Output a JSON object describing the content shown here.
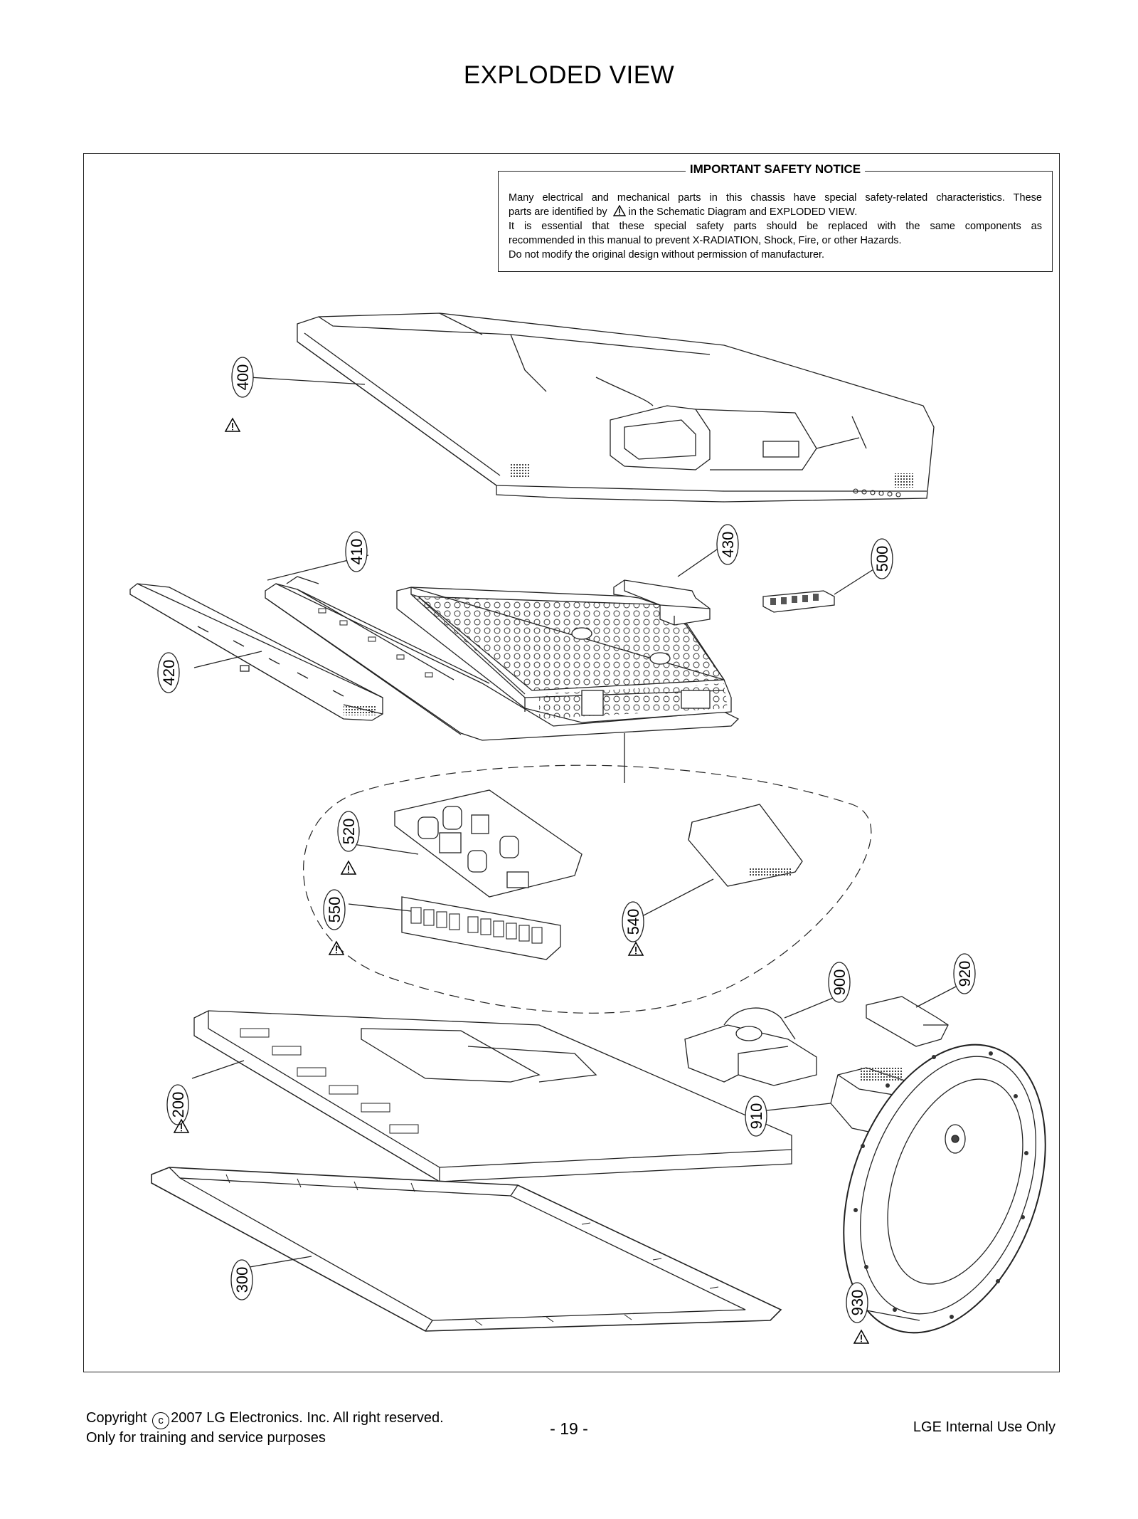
{
  "page_title": "EXPLODED VIEW",
  "notice": {
    "title": "IMPORTANT SAFETY NOTICE",
    "line1": "Many electrical and mechanical parts in this chassis have special safety-related characteristics. These",
    "line2a": "parts are identified by",
    "line2b": "in the Schematic Diagram and EXPLODED VIEW.",
    "line3": "It is essential that these special safety parts should be replaced with the same components as",
    "line4": "recommended in this manual to prevent X-RADIATION, Shock, Fire, or other Hazards.",
    "line5": "Do not modify the original design without permission of manufacturer."
  },
  "parts": {
    "p400": "400",
    "p410": "410",
    "p420": "420",
    "p430": "430",
    "p500": "500",
    "p520": "520",
    "p550": "550",
    "p540": "540",
    "p900": "900",
    "p920": "920",
    "p200": "200",
    "p910": "910",
    "p300": "300",
    "p930": "930"
  },
  "footer": {
    "copyright_a": "Copyright",
    "copyright_b": "2007 LG Electronics. Inc. All right reserved.",
    "line2": "Only for training and service purposes",
    "page_number": "- 19 -",
    "internal": "LGE Internal Use Only"
  }
}
